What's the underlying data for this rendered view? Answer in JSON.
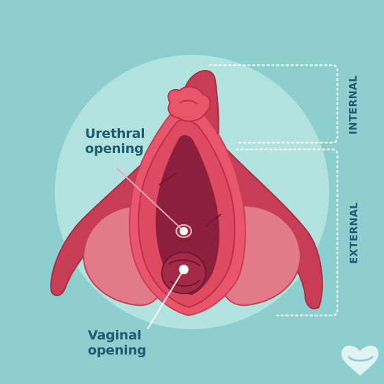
{
  "labels": {
    "urethral": [
      "Urethral",
      "opening"
    ],
    "vaginal": [
      "Vaginal",
      "opening"
    ]
  },
  "sections": {
    "internal": "INTERNAL",
    "external": "EXTERNAL"
  },
  "colors": {
    "background": "#8dcfcf",
    "circle": "#b2e3df",
    "outer": "#c73d55",
    "labia_light": "#e37a87",
    "inner": "#e9566b",
    "dark": "#8c1f3b",
    "text": "#1e5b74",
    "pointer": "#f2a7b8"
  },
  "icons": {
    "logo": "heart-logo-icon"
  }
}
